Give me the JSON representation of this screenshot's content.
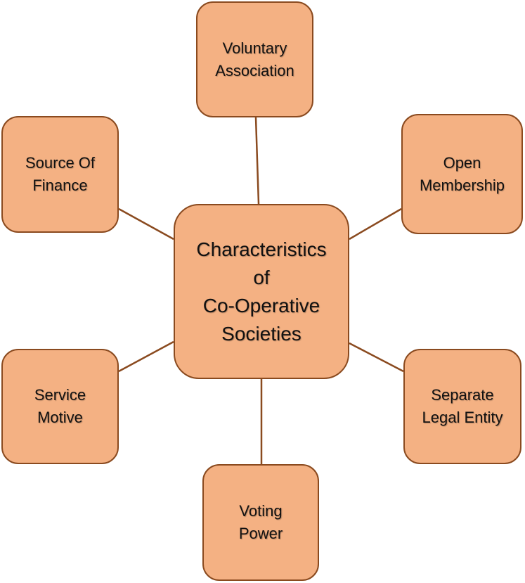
{
  "diagram": {
    "center": {
      "label": "Characteristics\nof\nCo-Operative\nSocieties"
    },
    "nodes": [
      {
        "id": "voluntary",
        "label": "Voluntary\nAssociation"
      },
      {
        "id": "open",
        "label": "Open\nMembership"
      },
      {
        "id": "legal",
        "label": "Separate\nLegal Entity"
      },
      {
        "id": "voting",
        "label": "Voting\nPower"
      },
      {
        "id": "service",
        "label": "Service\nMotive"
      },
      {
        "id": "finance",
        "label": "Source Of\nFinance"
      }
    ],
    "colors": {
      "node_fill": "#f4b183",
      "node_border": "#8a4a1f",
      "connector": "#8a4a1f"
    }
  }
}
